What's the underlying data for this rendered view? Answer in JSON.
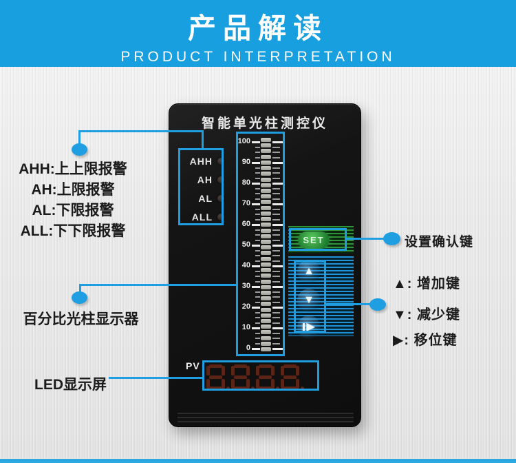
{
  "banner": {
    "title": "产品解读",
    "subtitle": "PRODUCT INTERPRETATION"
  },
  "device": {
    "title": "智能单光柱测控仪",
    "alarm_indicators": [
      {
        "label": "AHH"
      },
      {
        "label": "AH"
      },
      {
        "label": "AL"
      },
      {
        "label": "ALL"
      }
    ],
    "bargraph": {
      "scale_labels": [
        "100",
        "90",
        "80",
        "70",
        "60",
        "50",
        "40",
        "30",
        "20",
        "10",
        "0"
      ],
      "scale_max": 100,
      "scale_min": 0,
      "minor_ticks_per_interval": 3,
      "segment_count": 38
    },
    "set_button_label": "SET",
    "keys": [
      {
        "name": "increase",
        "glyph": "▲"
      },
      {
        "name": "decrease",
        "glyph": "▼"
      },
      {
        "name": "shift",
        "glyph": "▶",
        "has_bar": true
      }
    ],
    "pv_label": "PV",
    "display_digits": [
      "8.",
      "8.",
      "8.",
      "8."
    ]
  },
  "annotations": {
    "alarm_legend": [
      "AHH:上上限报警",
      "AH:上限报警",
      "AL:下限报警",
      "ALL:下下限报警"
    ],
    "bargraph_label": "百分比光柱显示器",
    "display_label": "LED显示屏",
    "set_label": "设置确认键",
    "key_legend": [
      "▲:  增加键",
      "▼:  减少键",
      "▶:  移位键"
    ]
  },
  "colors": {
    "banner_blue": "#189fe0",
    "callout_blue": "#1f9fe2",
    "footer_blue": "#2ba7e2",
    "set_green": "#2f9338",
    "keypad_blue": "#2092d8",
    "digit_segment": "#5a2517",
    "panel_black": "#141414"
  }
}
